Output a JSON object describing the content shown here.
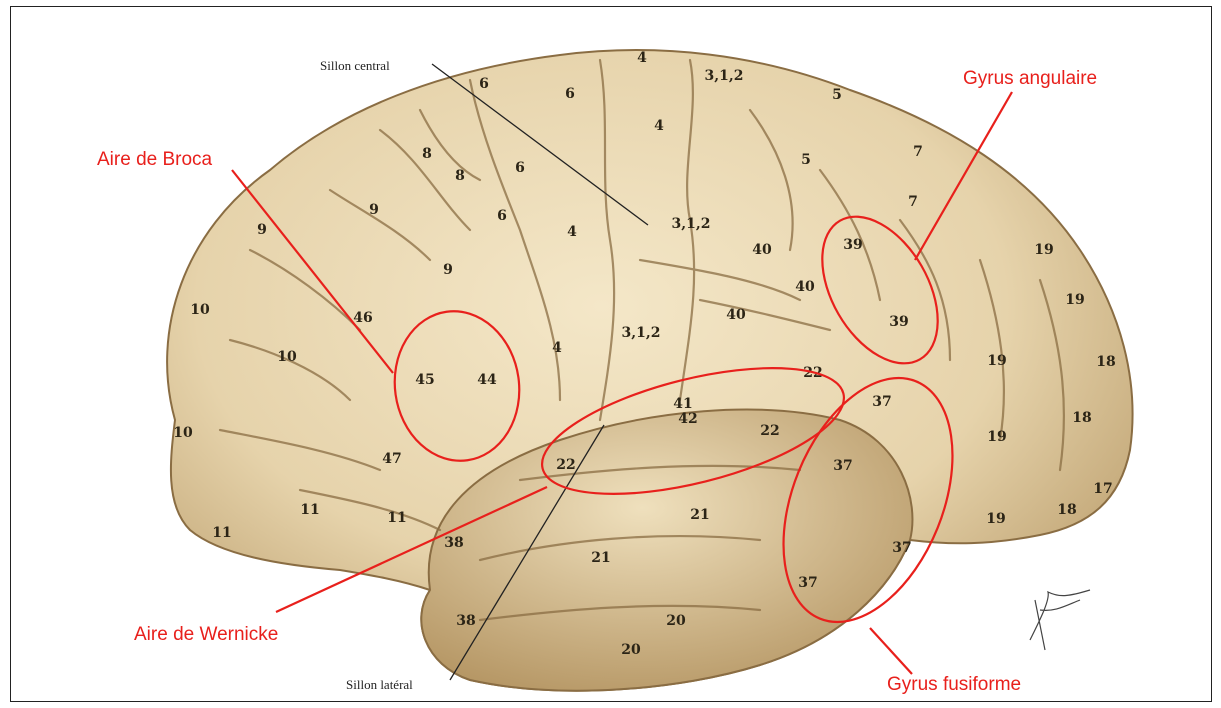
{
  "labels": {
    "sillon_central": "Sillon central",
    "sillon_lateral": "Sillon latéral",
    "broca": "Aire de Broca",
    "wernicke": "Aire de Wernicke",
    "angulaire": "Gyrus angulaire",
    "fusiforme": "Gyrus fusiforme"
  },
  "areas": [
    {
      "t": "4"
    },
    {
      "t": "6"
    },
    {
      "t": "6"
    },
    {
      "t": "3,1,2"
    },
    {
      "t": "5"
    },
    {
      "t": "4"
    },
    {
      "t": "8"
    },
    {
      "t": "8"
    },
    {
      "t": "6"
    },
    {
      "t": "5"
    },
    {
      "t": "7"
    },
    {
      "t": "7"
    },
    {
      "t": "9"
    },
    {
      "t": "6"
    },
    {
      "t": "3,1,2"
    },
    {
      "t": "4"
    },
    {
      "t": "9"
    },
    {
      "t": "39"
    },
    {
      "t": "40"
    },
    {
      "t": "19"
    },
    {
      "t": "9"
    },
    {
      "t": "40"
    },
    {
      "t": "19"
    },
    {
      "t": "10"
    },
    {
      "t": "46"
    },
    {
      "t": "40"
    },
    {
      "t": "39"
    },
    {
      "t": "3,1,2"
    },
    {
      "t": "10"
    },
    {
      "t": "4"
    },
    {
      "t": "45"
    },
    {
      "t": "44"
    },
    {
      "t": "22"
    },
    {
      "t": "19"
    },
    {
      "t": "18"
    },
    {
      "t": "41"
    },
    {
      "t": "42"
    },
    {
      "t": "37"
    },
    {
      "t": "10"
    },
    {
      "t": "22"
    },
    {
      "t": "18"
    },
    {
      "t": "19"
    },
    {
      "t": "47"
    },
    {
      "t": "22"
    },
    {
      "t": "37"
    },
    {
      "t": "11"
    },
    {
      "t": "11"
    },
    {
      "t": "21"
    },
    {
      "t": "17"
    },
    {
      "t": "18"
    },
    {
      "t": "11"
    },
    {
      "t": "19"
    },
    {
      "t": "38"
    },
    {
      "t": "21"
    },
    {
      "t": "37"
    },
    {
      "t": "37"
    },
    {
      "t": "38"
    },
    {
      "t": "20"
    },
    {
      "t": "20"
    }
  ],
  "colors": {
    "annotation": "#e8201c",
    "cortex": "#e6d3ab",
    "sulcus": "#7a6240"
  }
}
